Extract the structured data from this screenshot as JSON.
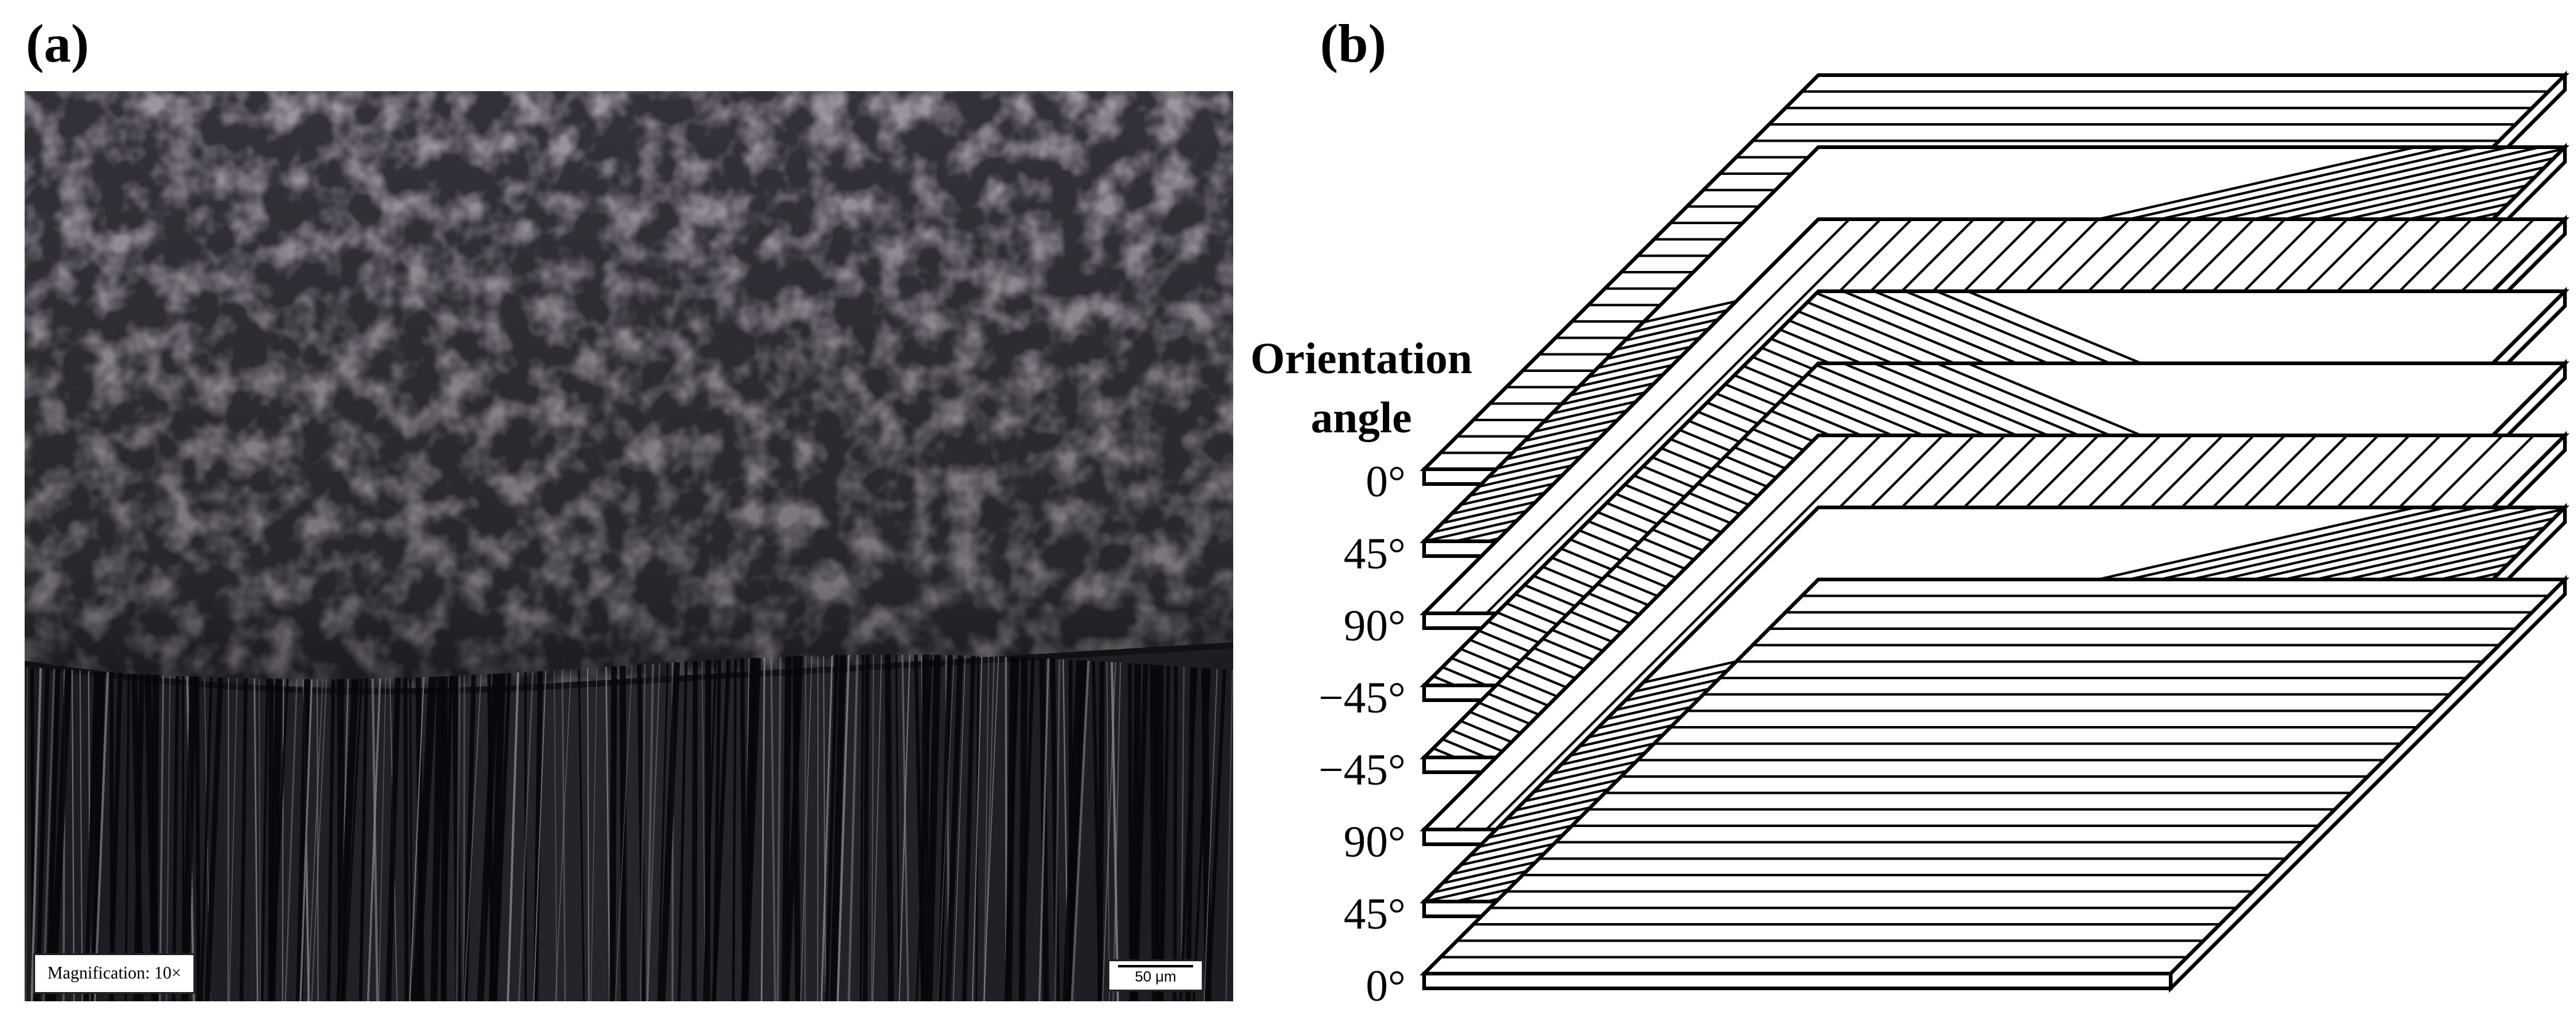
{
  "panel_a": {
    "label": "(a)",
    "magnification_text": "Magnification: 10×",
    "scale_bar_text": "50 μm"
  },
  "panel_b": {
    "label": "(b)",
    "title": "Orientation angle",
    "title_line1": "Orientation",
    "title_line2": "angle",
    "layers": [
      {
        "angle_label": "0°"
      },
      {
        "angle_label": "45°"
      },
      {
        "angle_label": "90°"
      },
      {
        "angle_label": "−45°"
      },
      {
        "angle_label": "−45°"
      },
      {
        "angle_label": "90°"
      },
      {
        "angle_label": "45°"
      },
      {
        "angle_label": "0°"
      }
    ]
  }
}
